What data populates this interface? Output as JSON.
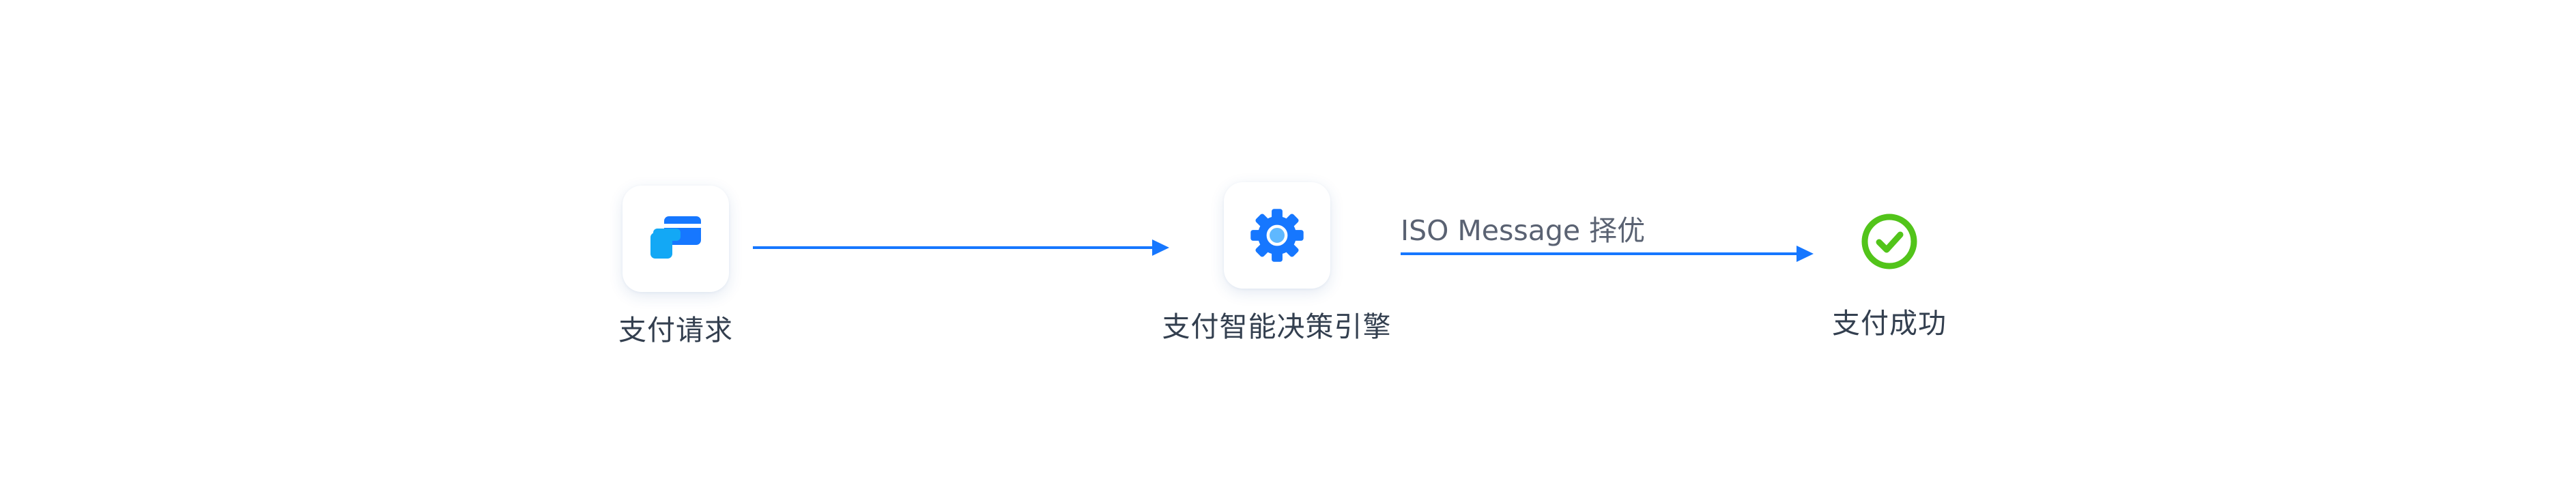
{
  "diagram": {
    "nodes": [
      {
        "id": "request",
        "label": "支付请求",
        "icon": "payment-card-icon"
      },
      {
        "id": "engine",
        "label": "支付智能决策引擎",
        "icon": "gear-icon"
      },
      {
        "id": "success",
        "label": "支付成功",
        "icon": "check-circle-icon"
      }
    ],
    "edges": [
      {
        "from": "request",
        "to": "engine",
        "label": ""
      },
      {
        "from": "engine",
        "to": "success",
        "label": "ISO Message 择优"
      }
    ],
    "colors": {
      "arrow": "#1677ff",
      "card_primary": "#1890ff",
      "card_secondary": "#13a8f5",
      "gear": "#1677ff",
      "success": "#52c41a",
      "label_text": "#333f4f",
      "edge_label_text": "#5a6272"
    }
  }
}
